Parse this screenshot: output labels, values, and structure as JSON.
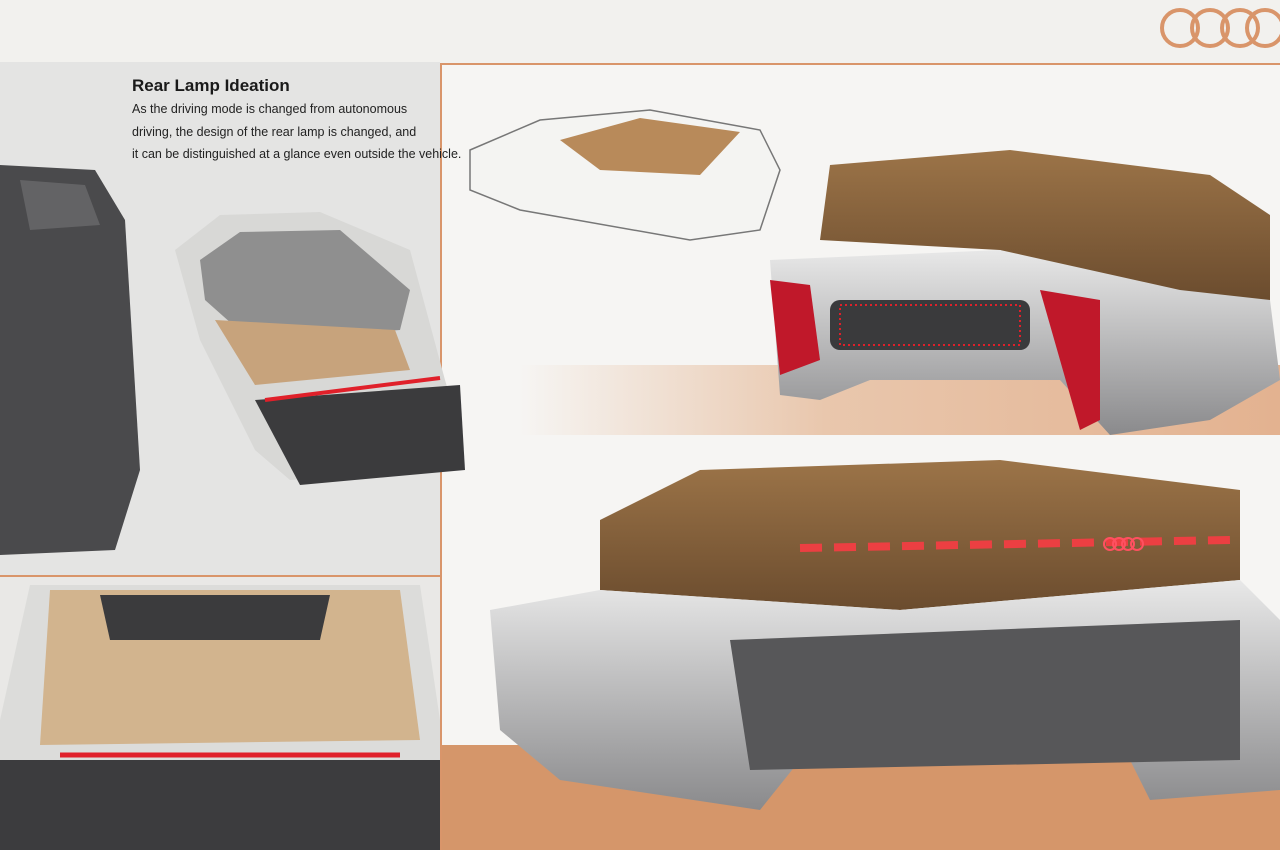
{
  "heading": "Rear Lamp Ideation",
  "description": [
    "As the driving mode is changed from autonomous",
    "driving, the design of the rear lamp is changed, and",
    "it can be distinguished at a glance even outside the vehicle."
  ],
  "logo": "audi-four-rings",
  "colors": {
    "accent": "#d9956a",
    "lamp": "#e0202a",
    "wood": "#a67c4e",
    "body": "#5a5a5c"
  }
}
